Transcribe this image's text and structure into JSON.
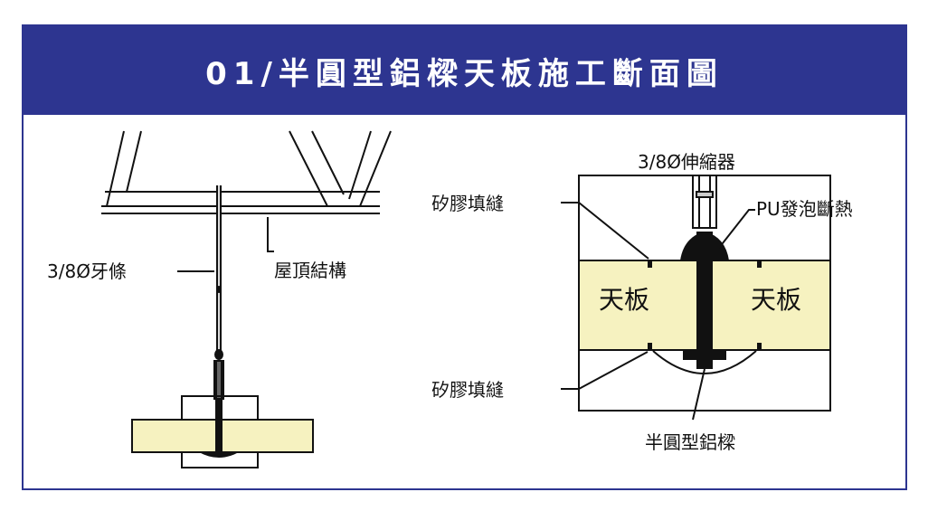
{
  "title": "01/半圓型鋁樑天板施工斷面圖",
  "left_diagram": {
    "rod_label": "3/8Ø牙條",
    "roof_label": "屋頂結構"
  },
  "right_diagram": {
    "expander_label": "3/8Ø伸縮器",
    "sealant_top_label": "矽膠填縫",
    "pu_label": "PU發泡斷熱",
    "panel_left_label": "天板",
    "panel_right_label": "天板",
    "sealant_bottom_label": "矽膠填縫",
    "beam_label": "半圓型鋁樑"
  },
  "colors": {
    "title_bg": "#2d3590",
    "panel_fill": "#f6f2c0",
    "line": "#111111"
  }
}
